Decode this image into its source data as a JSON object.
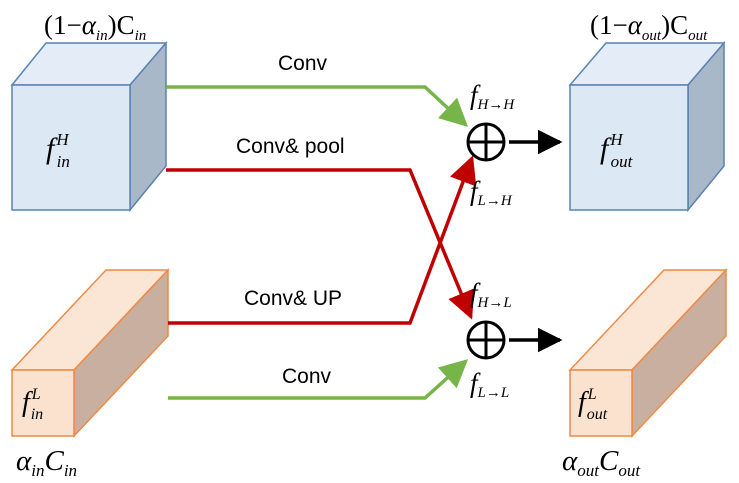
{
  "colors": {
    "high_front": "#dde8f5",
    "high_top": "#e4edf7",
    "high_side": "#a9b8c9",
    "high_stroke": "#5a82b3",
    "low_front": "#fbe2cf",
    "low_top": "#fbe5d5",
    "low_side": "#c9afa0",
    "low_stroke": "#ee8a45",
    "green": "#77b44a",
    "red": "#c00000",
    "black": "#000000"
  },
  "paths": {
    "conv_hh": "Conv",
    "conv_hl": "Conv& pool",
    "conv_lh": "Conv& UP",
    "conv_ll": "Conv"
  },
  "input": {
    "high": {
      "chan_prefix": "(1−",
      "alpha": "α",
      "alpha_sub": "in",
      "chan_suffix": ")C",
      "c_sub": "in",
      "tensor": "f",
      "tensor_sub": "in",
      "tensor_sup": "H"
    },
    "low": {
      "alpha": "α",
      "alpha_sub": "in",
      "c": "C",
      "c_sub": "in",
      "tensor": "f",
      "tensor_sub": "in",
      "tensor_sup": "L"
    }
  },
  "output": {
    "high": {
      "chan_prefix": "(1−",
      "alpha": "α",
      "alpha_sub": "out",
      "chan_suffix": ")C",
      "c_sub": "out",
      "tensor": "f",
      "tensor_sub": "out",
      "tensor_sup": "H"
    },
    "low": {
      "alpha": "α",
      "alpha_sub": "out",
      "c": "C",
      "c_sub": "out",
      "tensor": "f",
      "tensor_sub": "out",
      "tensor_sup": "L"
    }
  },
  "flows": {
    "h_to_h": {
      "f": "f",
      "sub": "H→H"
    },
    "l_to_h": {
      "f": "f",
      "sub": "L→H"
    },
    "h_to_l": {
      "f": "f",
      "sub": "H→L"
    },
    "l_to_l": {
      "f": "f",
      "sub": "L→L"
    }
  },
  "sum_symbol": "⊕"
}
